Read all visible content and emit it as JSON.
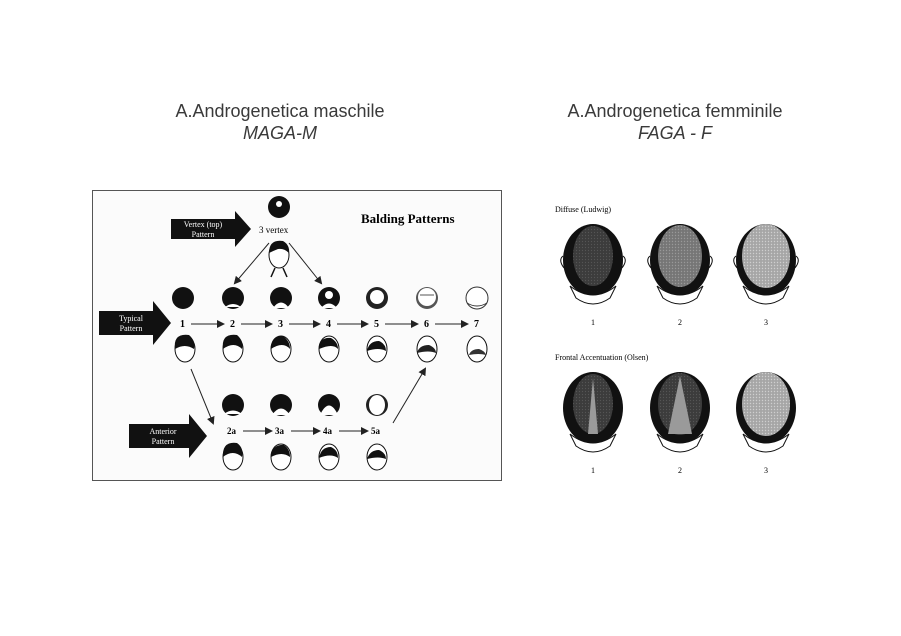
{
  "male": {
    "title": "A.Androgenetica maschile",
    "subtitle": "MAGA-M",
    "heading": "Balding Patterns",
    "vertex_label": [
      "Vertex (top)",
      "Pattern"
    ],
    "typical_label": [
      "Typical",
      "Pattern"
    ],
    "anterior_label": [
      "Anterior",
      "Pattern"
    ],
    "vertex_stage": "3 vertex",
    "typical_stages": [
      "1",
      "2",
      "3",
      "4",
      "5",
      "6",
      "7"
    ],
    "anterior_stages": [
      "2a",
      "3a",
      "4a",
      "5a"
    ]
  },
  "female": {
    "title": "A.Androgenetica femminile",
    "subtitle": "FAGA - F",
    "diffuse_label": "Diffuse (Ludwig)",
    "frontal_label": "Frontal Accentuation (Olsen)",
    "diffuse_stages": [
      "1",
      "2",
      "3"
    ],
    "frontal_stages": [
      "1",
      "2",
      "3"
    ]
  },
  "colors": {
    "hair": "#111111",
    "skin": "#ffffff",
    "thin": "#8a8a8a",
    "arrow": "#222222"
  }
}
